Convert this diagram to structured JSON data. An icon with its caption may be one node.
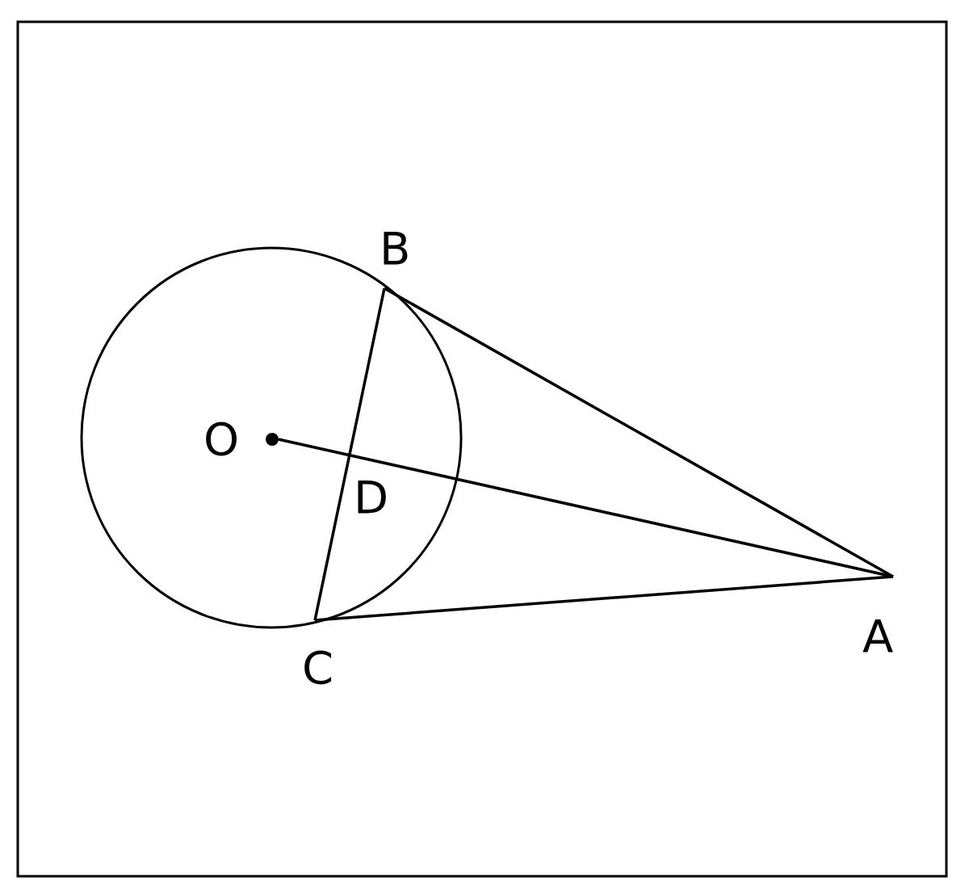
{
  "diagram": {
    "nodes": [
      {
        "text": [
          "B"
        ]
      },
      {
        "text": [
          "O"
        ]
      },
      {
        "text": [
          "C"
        ]
      },
      {
        "text": [
          "A"
        ]
      }
    ],
    "edges": [
      {
        "from": 1,
        "to": 3,
        "arrow": "none"
      },
      {
        "from": 0,
        "to": 3,
        "arrow": "none"
      },
      {
        "from": 2,
        "to": 3,
        "arrow": "none"
      },
      {
        "from": 0,
        "to": 2,
        "arrow": "none"
      }
    ],
    "labels": [
      "D"
    ]
  }
}
